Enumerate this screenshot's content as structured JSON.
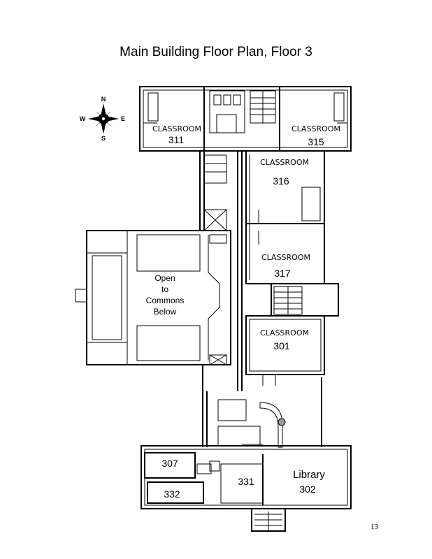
{
  "title": "Main Building Floor Plan, Floor 3",
  "page_number": "13",
  "compass": {
    "n": "N",
    "s": "S",
    "e": "E",
    "w": "W"
  },
  "rooms": {
    "r311": {
      "label": "CLASSROOM",
      "number": "311"
    },
    "r315": {
      "label": "CLASSROOM",
      "number": "315"
    },
    "r316": {
      "label": "CLASSROOM",
      "number": "316"
    },
    "r317": {
      "label": "CLASSROOM",
      "number": "317"
    },
    "r301": {
      "label": "CLASSROOM",
      "number": "301"
    },
    "r307": {
      "number": "307"
    },
    "r332": {
      "number": "332"
    },
    "r331": {
      "number": "331"
    },
    "library": {
      "label": "Library",
      "number": "302"
    }
  },
  "open_area": {
    "line1": "Open",
    "line2": "to",
    "line3": "Commons",
    "line4": "Below"
  }
}
